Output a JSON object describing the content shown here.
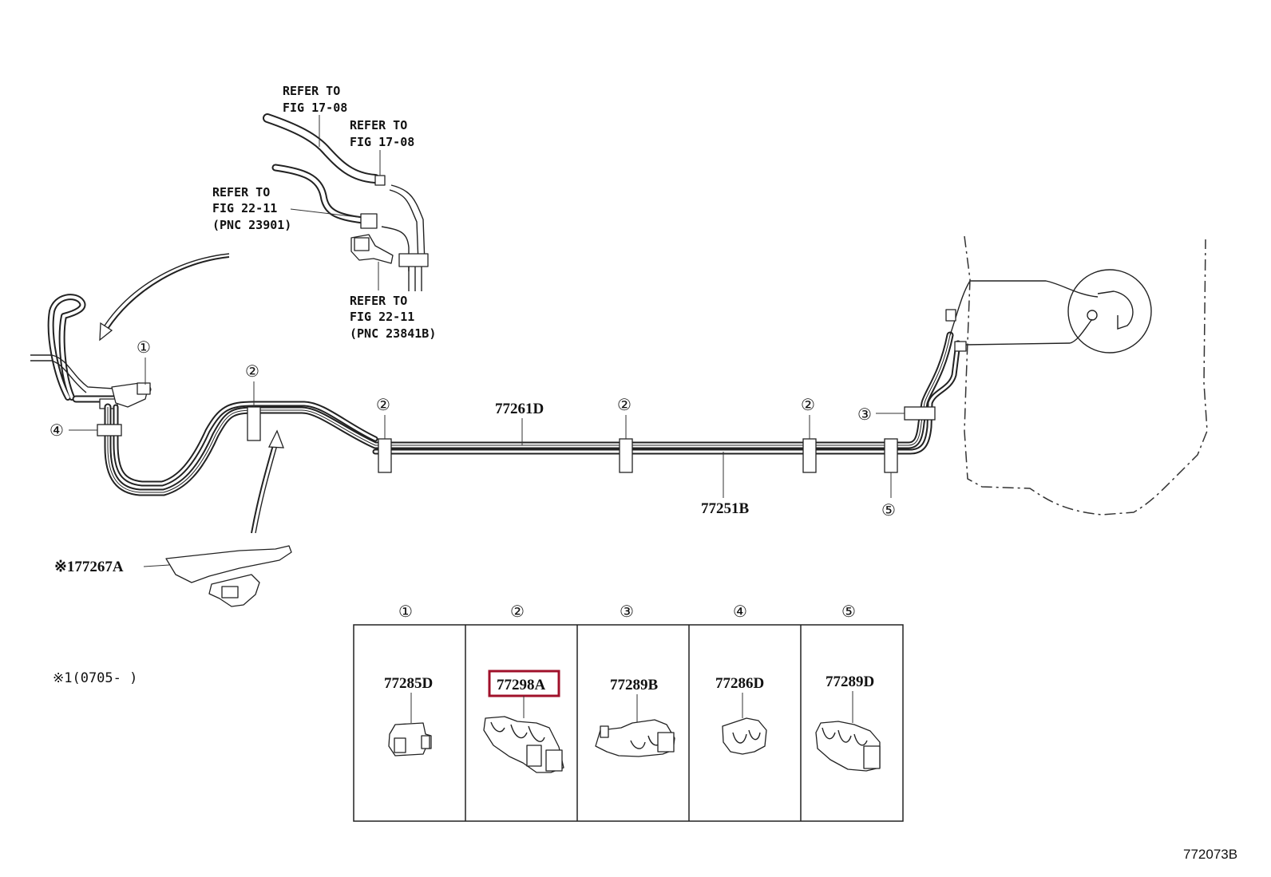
{
  "refs": {
    "fig17_a": [
      "REFER TO",
      "FIG 17-08"
    ],
    "fig17_b": [
      "REFER TO",
      "FIG 17-08"
    ],
    "fig22_a": [
      "REFER TO",
      "FIG 22-11",
      "(PNC 23901)"
    ],
    "fig22_b": [
      "REFER TO",
      "FIG 22-11",
      "(PNC 23841B)"
    ]
  },
  "parts": {
    "tube_upper": "77261D",
    "tube_lower": "77251B",
    "protector": "※177267A"
  },
  "note": "※1(0705-      )",
  "callouts": [
    "①",
    "②",
    "③",
    "④",
    "⑤"
  ],
  "clamp_table": [
    {
      "index": "①",
      "part": "77285D",
      "highlighted": false
    },
    {
      "index": "②",
      "part": "77298A",
      "highlighted": true
    },
    {
      "index": "③",
      "part": "77289B",
      "highlighted": false
    },
    {
      "index": "④",
      "part": "77286D",
      "highlighted": false
    },
    {
      "index": "⑤",
      "part": "77289D",
      "highlighted": false
    }
  ],
  "figure_id": "772073B",
  "colors": {
    "highlight": "#a0102a",
    "line": "#222222"
  }
}
